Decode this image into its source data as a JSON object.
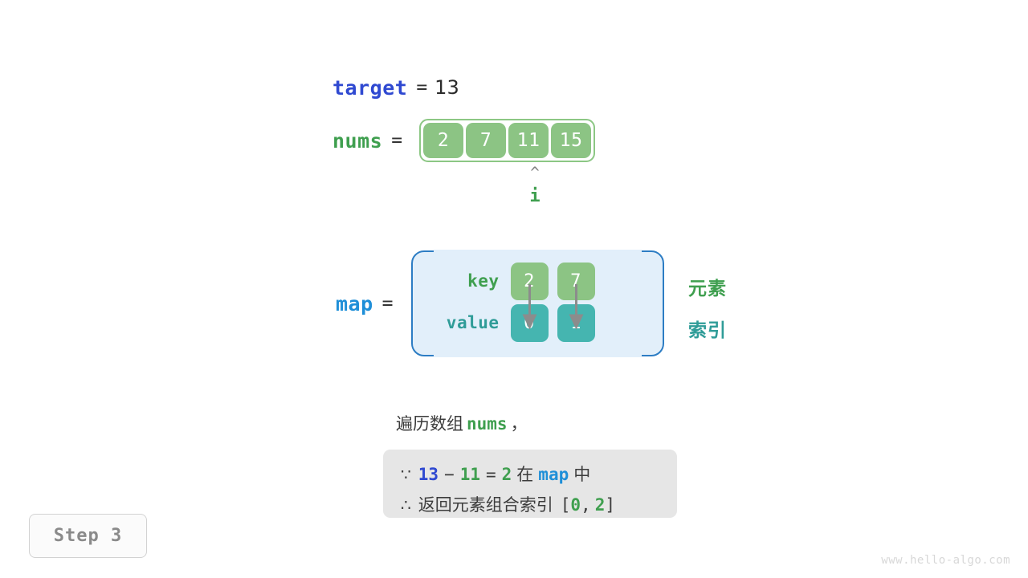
{
  "target": {
    "name": "target",
    "equals": "=",
    "value": "13"
  },
  "nums": {
    "name": "nums",
    "equals": "=",
    "cells": [
      "2",
      "7",
      "11",
      "15"
    ]
  },
  "pointer": {
    "caret": "^",
    "label": "i",
    "index": 2
  },
  "map": {
    "name": "map",
    "equals": "=",
    "key_label": "key",
    "value_label": "value",
    "keys": [
      "2",
      "7"
    ],
    "values": [
      "0",
      "1"
    ],
    "legend": {
      "element": "元素",
      "index": "索引"
    }
  },
  "description": {
    "prefix": "遍历数组",
    "code": "nums",
    "suffix": "，"
  },
  "note": {
    "line1": {
      "symbol": "∵",
      "a": "13",
      "op1": "−",
      "b": "11",
      "op2": "=",
      "c": "2",
      "cjk1": "在",
      "map": "map",
      "cjk2": "中"
    },
    "line2": {
      "symbol": "∴",
      "text": "返回元素组合索引",
      "bracket_open": "[",
      "i0": "0",
      "comma": ",",
      "i1": "2",
      "bracket_close": "]"
    }
  },
  "step_badge": {
    "label": "Step 3"
  },
  "watermark": {
    "text": "www.hello-algo.com"
  },
  "colors": {
    "target_blue": "#2f49d1",
    "nums_green": "#3f9f4f",
    "map_blue": "#1f8fd8",
    "cell_green": "#8cc484",
    "cell_teal": "#45b5b0",
    "map_bg": "#e2effa",
    "map_border": "#2d7dc4",
    "note_bg": "#e6e6e6",
    "arrow_gray": "#8c8c8c"
  }
}
